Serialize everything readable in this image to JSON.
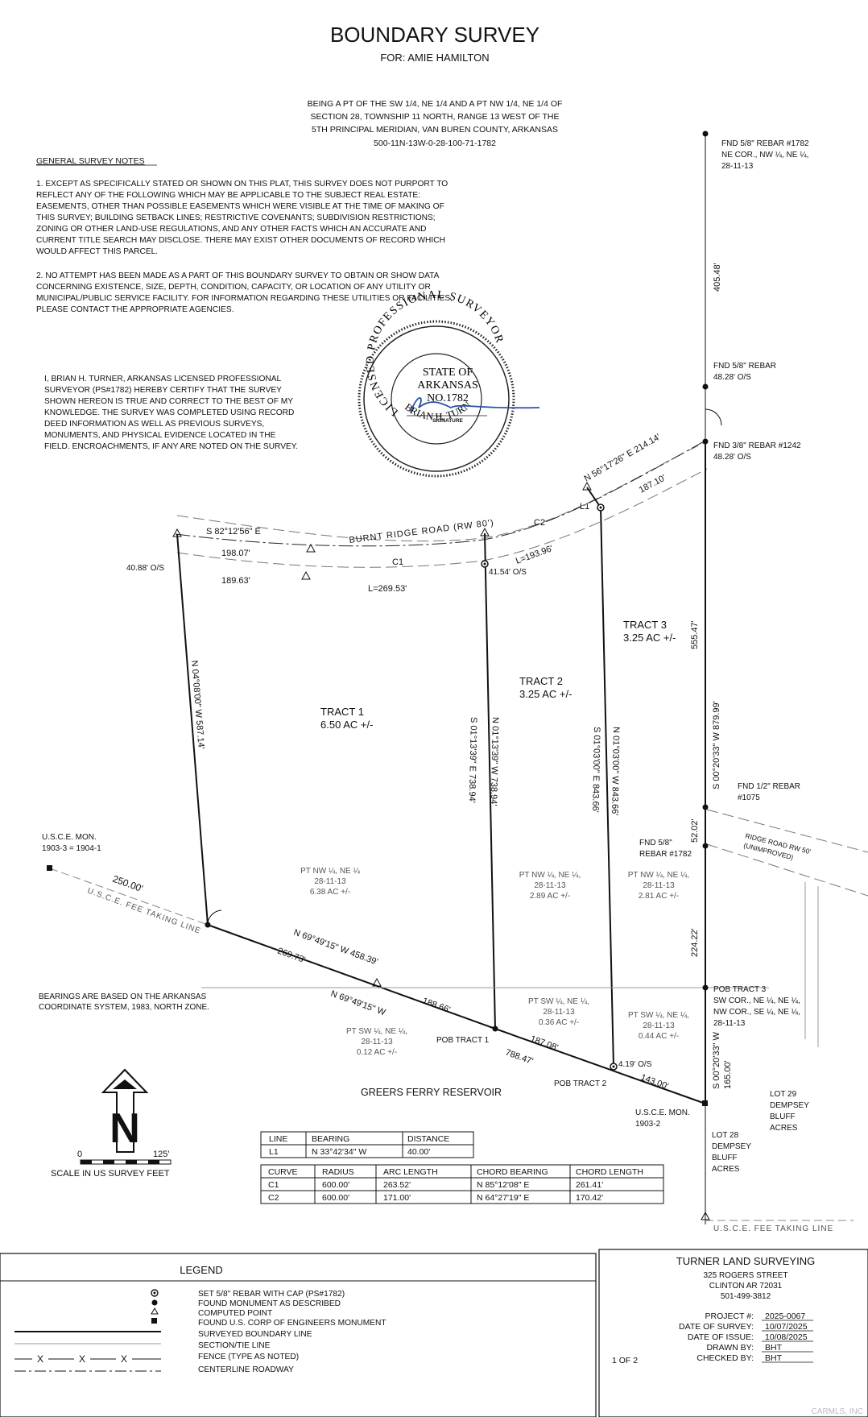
{
  "header": {
    "title": "BOUNDARY SURVEY",
    "subtitle": "FOR: AMIE HAMILTON",
    "description": [
      "BEING A PT OF THE SW 1/4, NE 1/4 AND A PT NW 1/4, NE 1/4 OF",
      "SECTION 28, TOWNSHIP 11 NORTH, RANGE 13 WEST OF THE",
      "5TH PRINCIPAL MERIDIAN, VAN BUREN COUNTY, ARKANSAS",
      "500-11N-13W-0-28-100-71-1782"
    ]
  },
  "notes": {
    "heading": "GENERAL SURVEY NOTES",
    "note1": [
      "1. EXCEPT AS SPECIFICALLY STATED OR SHOWN ON THIS PLAT, THIS SURVEY DOES NOT PURPORT TO",
      "REFLECT ANY OF THE FOLLOWING WHICH MAY BE APPLICABLE TO THE SUBJECT REAL ESTATE:",
      "EASEMENTS, OTHER THAN POSSIBLE EASEMENTS WHICH WERE VISIBLE AT THE TIME OF MAKING OF",
      "THIS SURVEY; BUILDING SETBACK LINES; RESTRICTIVE COVENANTS; SUBDIVISION RESTRICTIONS;",
      "ZONING OR OTHER LAND-USE REGULATIONS, AND ANY OTHER FACTS WHICH AN ACCURATE AND",
      "CURRENT TITLE SEARCH MAY DISCLOSE. THERE MAY EXIST OTHER DOCUMENTS OF RECORD WHICH",
      "WOULD AFFECT THIS PARCEL."
    ],
    "note2": [
      "2. NO ATTEMPT HAS BEEN MADE AS A PART OF THIS BOUNDARY SURVEY TO OBTAIN OR SHOW DATA",
      "CONCERNING EXISTENCE, SIZE, DEPTH, CONDITION, CAPACITY, OR LOCATION OF ANY UTILITY OR",
      "MUNICIPAL/PUBLIC SERVICE FACILITY. FOR INFORMATION REGARDING THESE UTILITIES OR FACILITIES,",
      "PLEASE CONTACT THE APPROPRIATE AGENCIES."
    ]
  },
  "certification": [
    "I, BRIAN H. TURNER, ARKANSAS LICENSED PROFESSIONAL",
    "SURVEYOR (PS#1782) HEREBY CERTIFY THAT THE SURVEY",
    "SHOWN HEREON IS TRUE AND CORRECT TO THE BEST OF MY",
    "KNOWLEDGE. THE SURVEY WAS COMPLETED USING RECORD",
    "DEED INFORMATION AS WELL AS PREVIOUS SURVEYS,",
    "MONUMENTS, AND PHYSICAL EVIDENCE LOCATED IN THE",
    "FIELD. ENCROACHMENTS, IF ANY ARE NOTED ON THE SURVEY."
  ],
  "seal": {
    "ring": "LICENSED PROFESSIONAL SURVEYOR",
    "name": "BRIAN H. TURNER",
    "state": [
      "STATE OF",
      "ARKANSAS",
      "NO.1782"
    ],
    "signature_label": "SIGNATURE"
  },
  "monuments": {
    "ne_corner": [
      "FND 5/8\" REBAR #1782",
      "NE COR., NW ¼, NE ¼,",
      "28-11-13"
    ],
    "fnd_58_top": [
      "FND 5/8\" REBAR",
      "48.28' O/S"
    ],
    "fnd_38": [
      "FND 3/8\" REBAR #1242",
      "48.28' O/S"
    ],
    "fnd_12": [
      "FND 1/2\" REBAR",
      "#1075"
    ],
    "fnd_58_mid": [
      "FND 5/8\"",
      "REBAR #1782"
    ],
    "usce_mon_left": [
      "U.S.C.E. MON.",
      "1903-3 = 1904-1"
    ],
    "usce_mon_bottom": [
      "U.S.C.E. MON.",
      "1903-2"
    ],
    "pob_tract3": [
      "POB TRACT 3",
      "SW COR., NE ¼, NE ¼,",
      "NW COR., SE ¼, NE ¼,",
      "28-11-13"
    ],
    "pob_tract1": "POB TRACT 1",
    "pob_tract2": "POB TRACT 2",
    "os_40_88": "40.88' O/S",
    "os_41_54": "41.54' O/S",
    "os_4_19": "4.19' O/S"
  },
  "tracts": [
    {
      "name": "TRACT 1",
      "area": "6.50 AC +/-"
    },
    {
      "name": "TRACT 2",
      "area": "3.25 AC +/-"
    },
    {
      "name": "TRACT 3",
      "area": "3.25 AC +/-"
    }
  ],
  "parcels": [
    {
      "lines": [
        "PT NW ¼, NE ¼",
        "28-11-13",
        "6.38 AC +/-"
      ]
    },
    {
      "lines": [
        "PT NW ¼, NE ¼,",
        "28-11-13",
        "2.89 AC +/-"
      ]
    },
    {
      "lines": [
        "PT NW ¼, NE ¼,",
        "28-11-13",
        "2.81 AC +/-"
      ]
    },
    {
      "lines": [
        "PT SW ¼, NE ¼,",
        "28-11-13",
        "0.36 AC +/-"
      ]
    },
    {
      "lines": [
        "PT SW ¼, NE ¼,",
        "28-11-13",
        "0.44 AC +/-"
      ]
    },
    {
      "lines": [
        "PT SW ¼, NE ¼,",
        "28-11-13",
        "0.12 AC +/-"
      ]
    }
  ],
  "road": {
    "name": "BURNT RIDGE ROAD (RW 80')",
    "ridge_road": [
      "RIDGE ROAD RW 50'",
      "(UNIMPROVED)"
    ],
    "c1": "C1",
    "c2": "C2",
    "l1": "L1"
  },
  "bearings": {
    "top_left": "S 82°12'56\" E",
    "top_right": "N 56°17'26\" E  214.14'",
    "west_line": "N 04°08'00\" W  587.14'",
    "tract12_a": "S 01°13'39\" E  738.94'",
    "tract12_b": "N 01°13'39\" W  738.94'",
    "tract23_a": "S 01°03'00\" E  843.66'",
    "tract23_b": "N 01°03'00\" W  843.66'",
    "east_line": "S 00°20'33\" W  879.99'",
    "east_lower": "S 00°20'33\" W",
    "south_a": "N 69°49'15\" W  458.39'",
    "south_b": "N 69°49'15\" W"
  },
  "distances": {
    "d198": "198.07'",
    "d189": "189.63'",
    "l269": "L=269.53'",
    "l193": "L=193.96'",
    "d187_10": "187.10'",
    "d405": "405.48'",
    "d555": "555.47'",
    "d52": "52.02'",
    "d224": "224.22'",
    "d165": "165.00'",
    "d250": "250.00'",
    "d269_73": "269.73'",
    "d188": "188.66'",
    "d187_08": "187.08'",
    "d788": "788.47'",
    "d143": "143.00'"
  },
  "misc": {
    "fee_line": "U.S.C.E. FEE TAKING LINE",
    "reservoir": "GREERS FERRY RESERVOIR",
    "lot29": [
      "LOT 29",
      "DEMPSEY",
      "BLUFF",
      "ACRES"
    ],
    "lot28": [
      "LOT 28",
      "DEMPSEY",
      "BLUFF",
      "ACRES"
    ],
    "bearings_note": [
      "BEARINGS ARE BASED ON THE ARKANSAS",
      "COORDINATE SYSTEM, 1983, NORTH ZONE."
    ],
    "scale_zero": "0",
    "scale_max": "125'",
    "scale_label": "SCALE IN US SURVEY FEET",
    "north": "N",
    "sheet": "1 OF 2",
    "watermark": "CARMLS, INC"
  },
  "line_table": {
    "headers": [
      "LINE",
      "BEARING",
      "DISTANCE"
    ],
    "rows": [
      [
        "L1",
        "N 33°42'34\" W",
        "40.00'"
      ]
    ]
  },
  "curve_table": {
    "headers": [
      "CURVE",
      "RADIUS",
      "ARC LENGTH",
      "CHORD BEARING",
      "CHORD LENGTH"
    ],
    "rows": [
      [
        "C1",
        "600.00'",
        "263.52'",
        "N 85°12'08\" E",
        "261.41'"
      ],
      [
        "C2",
        "600.00'",
        "171.00'",
        "N 64°27'19\" E",
        "170.42'"
      ]
    ]
  },
  "legend": {
    "title": "LEGEND",
    "items": [
      "SET 5/8\" REBAR WITH CAP (PS#1782)",
      "FOUND MONUMENT AS DESCRIBED",
      "COMPUTED POINT",
      "FOUND U.S. CORP OF ENGINEERS MONUMENT",
      "SURVEYED BOUNDARY LINE",
      "SECTION/TIE LINE",
      "FENCE (TYPE AS NOTED)",
      "CENTERLINE ROADWAY"
    ],
    "fence_symbol": "X"
  },
  "title_block": {
    "company": "TURNER LAND SURVEYING",
    "address": [
      "325 ROGERS STREET",
      "CLINTON AR 72031",
      "501-499-3812"
    ],
    "fields": [
      {
        "label": "PROJECT #:",
        "value": "2025-0067"
      },
      {
        "label": "DATE OF SURVEY:",
        "value": "10/07/2025"
      },
      {
        "label": "DATE OF ISSUE:",
        "value": "10/08/2025"
      },
      {
        "label": "DRAWN BY:",
        "value": "BHT"
      },
      {
        "label": "CHECKED BY:",
        "value": "BHT"
      }
    ]
  }
}
